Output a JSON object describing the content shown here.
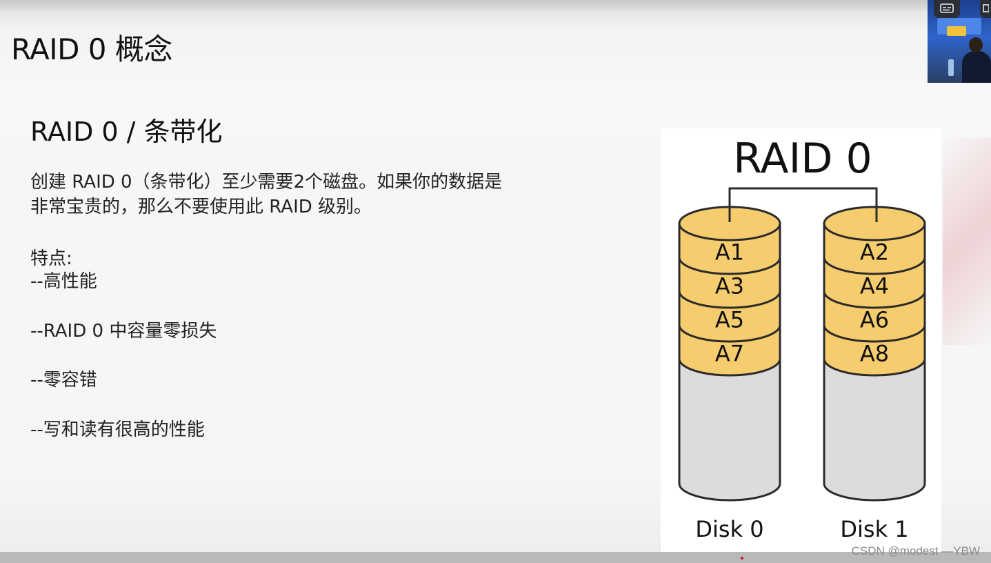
{
  "slide": {
    "title": "RAID 0 概念",
    "section_title": "RAID 0 / 条带化",
    "description_lines": [
      "创建 RAID 0（条带化）至少需要2个磁盘。如果你的数据是",
      "非常宝贵的，那么不要使用此 RAID 级别。"
    ],
    "features_label": "特点:",
    "features": [
      "--高性能",
      "--RAID 0 中容量零损失",
      "--零容错",
      "--写和读有很高的性能"
    ]
  },
  "diagram": {
    "title": "RAID 0",
    "disks": [
      {
        "label": "Disk 0",
        "blocks": [
          "A1",
          "A3",
          "A5",
          "A7"
        ]
      },
      {
        "label": "Disk 1",
        "blocks": [
          "A2",
          "A4",
          "A6",
          "A8"
        ]
      }
    ],
    "colors": {
      "block_fill": "#f6cd6e",
      "empty_fill": "#dcdcdc",
      "outline": "#2b2b2b"
    }
  },
  "webcam": {
    "icons": [
      "caption-icon",
      "window-icon"
    ]
  },
  "watermark": "CSDN @modest —YBW"
}
